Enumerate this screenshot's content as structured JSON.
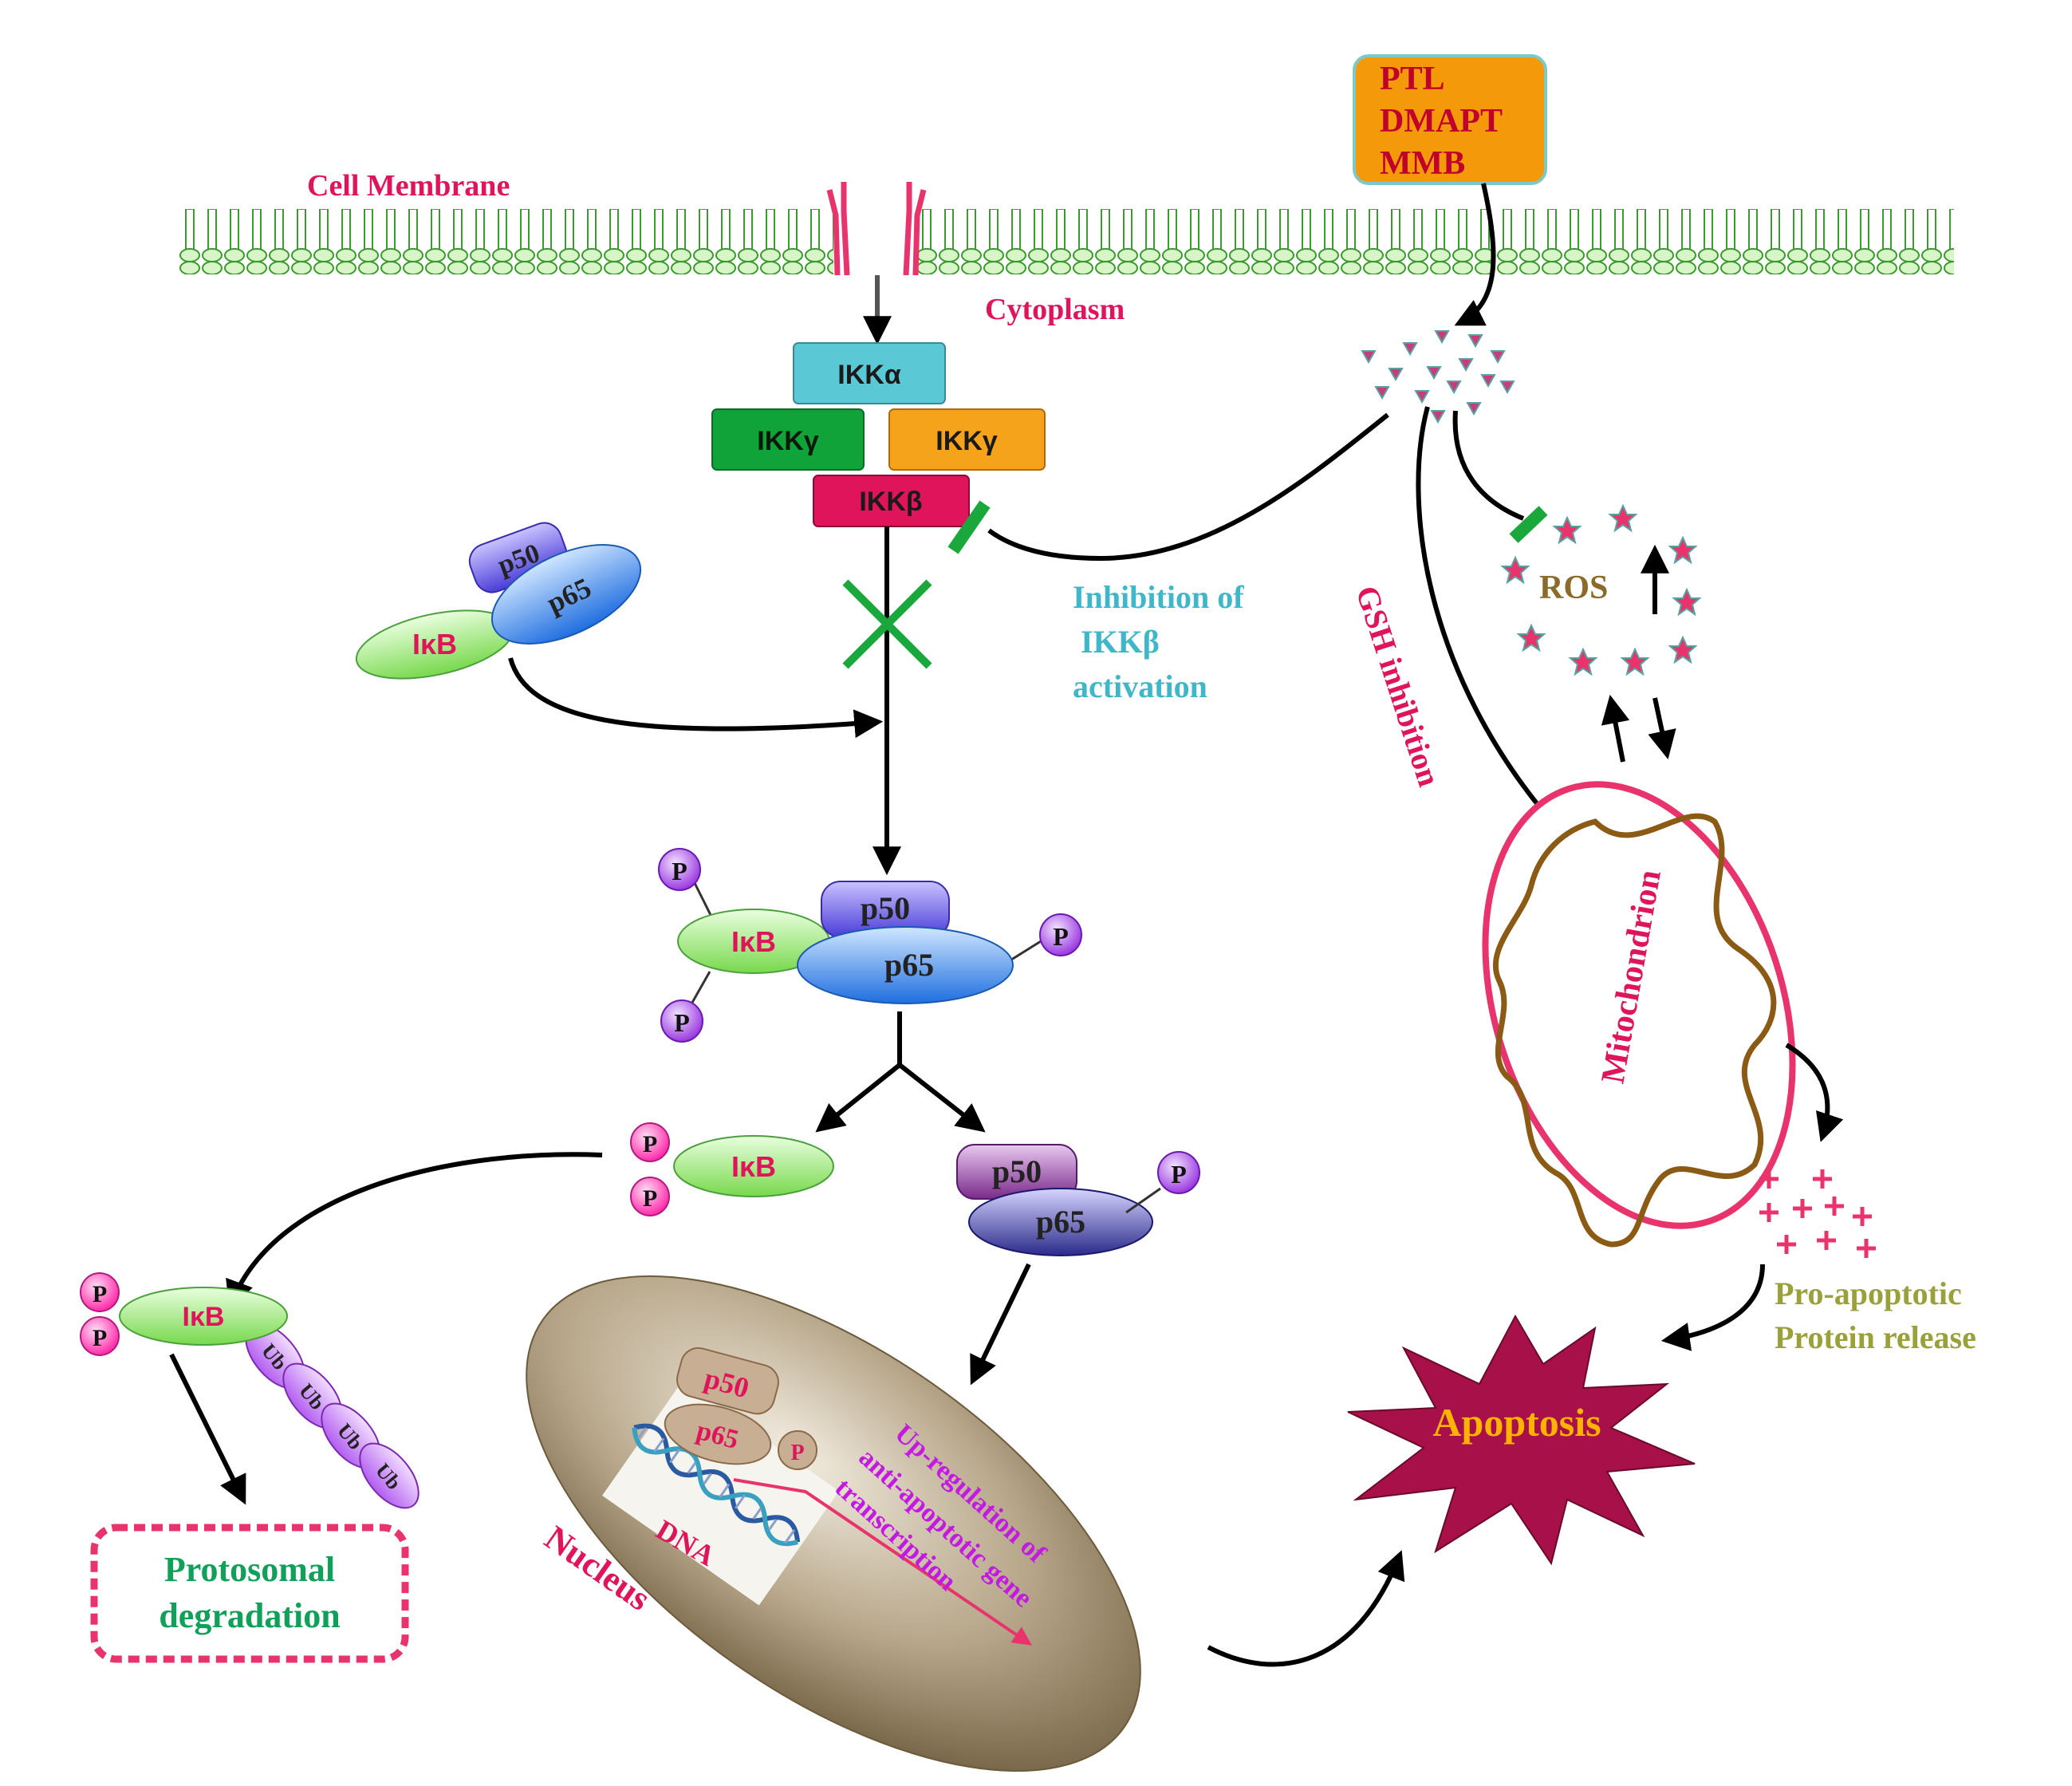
{
  "colors": {
    "membrane": "#3a9a2e",
    "membrane_fill": "#d8f5c8",
    "receptor": "#e8336d",
    "drug_box": "#f49a0a",
    "drug_box_text": "#c0002a",
    "ikk_alpha": "#5bc8d6",
    "ikk_gamma1": "#10a33a",
    "ikk_gamma2": "#f5a31a",
    "ikk_beta": "#e0145a",
    "inhibit_bar": "#1aa83c",
    "ikb": "#9ef07a",
    "p50": "#6a5cf0",
    "p65": "#3a8ef0",
    "phospho": "#b25cf0",
    "phospho_pink": "#ff3fbf",
    "ub": "#c87aff",
    "nucleus": "#b6a588",
    "mito_outline": "#e8336d",
    "cristae": "#8b5a14",
    "ros": "#e8336d",
    "apoptosis_star": "#a8104a",
    "apoptosis_text": "#ffb300",
    "inhibition_text": "#3fb7c9",
    "proapop_text": "#9aa03a",
    "proteasome_text": "#10a05a",
    "upreg_text": "#c21ae0",
    "label_red": "#e0145a"
  },
  "labels": {
    "cell_membrane": "Cell Membrane",
    "cytoplasm": "Cytoplasm",
    "drugs": [
      "PTL",
      "DMAPT",
      "MMB"
    ],
    "ikk_alpha": "IKKα",
    "ikk_gamma_left": "IKKγ",
    "ikk_gamma_right": "IKKγ",
    "ikk_beta": "IKKβ",
    "inhibition": [
      "Inhibition  of",
      "IKKβ",
      "activation"
    ],
    "gsh_inhibition": "GSH inhibition",
    "ros": "ROS",
    "mitochondrion": "Mitochondrion",
    "p50": "p50",
    "p65": "p65",
    "ikb": "IκB",
    "p": "P",
    "ub": "Ub",
    "proteasomal": [
      "Protosomal",
      "degradation"
    ],
    "dna": "DNA",
    "nucleus": "Nucleus",
    "upregulation": [
      "Up-regulation of",
      "anti-apoptotic gene",
      "transcription"
    ],
    "apoptosis": "Apoptosis",
    "pro_apoptotic": [
      "Pro-apoptotic",
      "Protein release"
    ]
  }
}
